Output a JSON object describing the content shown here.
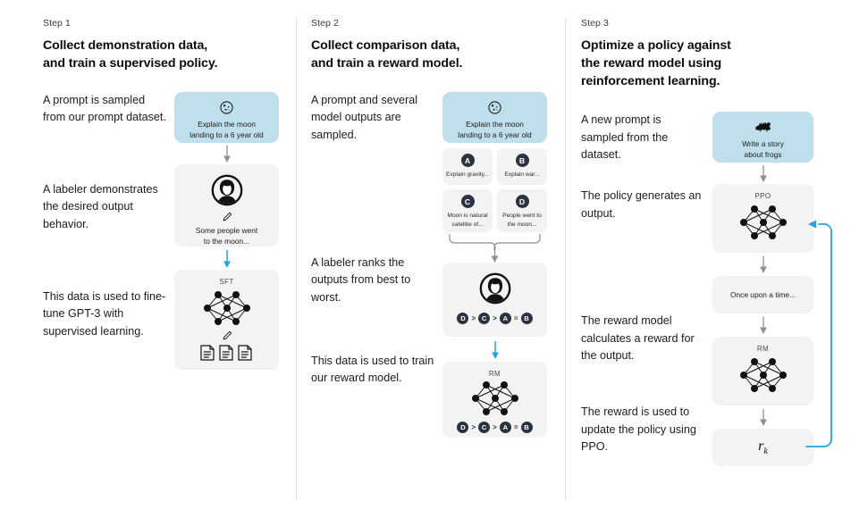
{
  "figure": {
    "background": "#ffffff",
    "accent_blue": "#29a3e0",
    "prompt_card_bg": "#bfdfec",
    "card_bg": "#f3f3f3",
    "chip_bg": "#2b3340"
  },
  "columns": [
    {
      "kicker": "Step 1",
      "title_line1": "Collect demonstration data,",
      "title_line2": "and train a supervised policy.",
      "narratives": [
        "A prompt is sampled from our prompt dataset.",
        "A labeler demonstrates the desired output behavior.",
        "This data is used to fine-tune GPT-3 with supervised learning."
      ],
      "nodes": {
        "prompt_caption_line1": "Explain the moon",
        "prompt_caption_line2": "landing to a 6 year old",
        "prompt_icon": "moon-icon",
        "labeler_caption_line1": "Some people went",
        "labeler_caption_line2": "to the moon...",
        "model_label": "SFT"
      }
    },
    {
      "kicker": "Step 2",
      "title_line1": "Collect comparison data,",
      "title_line2": "and train a reward model.",
      "narratives": [
        "A prompt and several model outputs are sampled.",
        "A labeler ranks the outputs from best to worst.",
        "This data is used to train our reward model."
      ],
      "nodes": {
        "prompt_caption_line1": "Explain the moon",
        "prompt_caption_line2": "landing to a 6 year old",
        "prompt_icon": "moon-icon",
        "options": [
          {
            "badge": "A",
            "text": "Explain gravity..."
          },
          {
            "badge": "B",
            "text": "Explain war..."
          },
          {
            "badge": "C",
            "text": "Moon is natural satellite of..."
          },
          {
            "badge": "D",
            "text": "People went to the moon..."
          }
        ],
        "ranking": [
          "D",
          ">",
          "C",
          ">",
          "A",
          "=",
          "B"
        ],
        "model_label": "RM"
      }
    },
    {
      "kicker": "Step 3",
      "title_line1": "Optimize a policy against",
      "title_line2": "the reward model using",
      "title_line3": "reinforcement learning.",
      "narratives": [
        "A new prompt is sampled from the dataset.",
        "The policy generates an output.",
        "The reward model calculates a reward for the output.",
        "The reward is used to update the policy using PPO."
      ],
      "nodes": {
        "prompt_caption_line1": "Write a story",
        "prompt_caption_line2": "about frogs",
        "prompt_icon": "frog-icon",
        "policy_label": "PPO",
        "output_text": "Once upon a time...",
        "reward_model_label": "RM",
        "reward_symbol": "r",
        "reward_subscript": "k"
      }
    }
  ]
}
